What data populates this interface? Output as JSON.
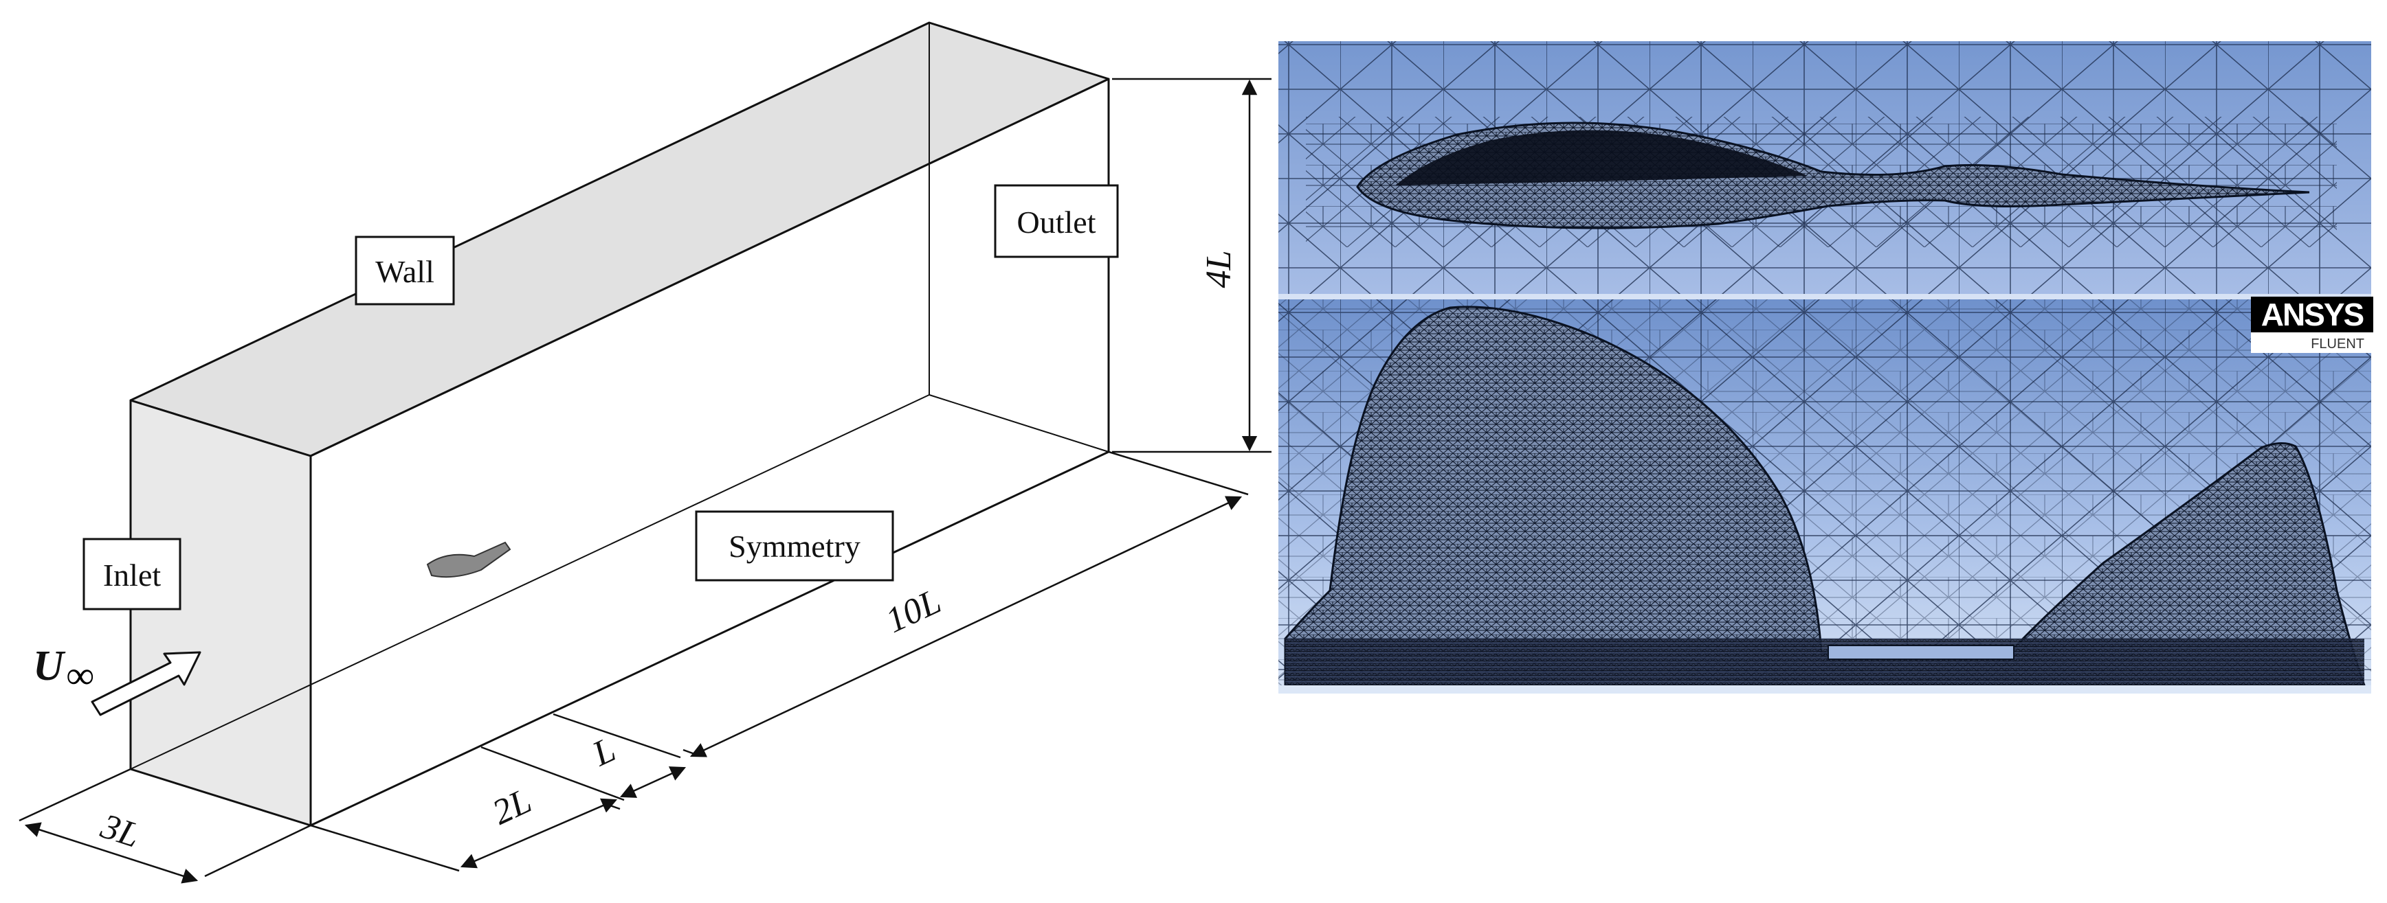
{
  "domain": {
    "boundaries": {
      "wall": "Wall",
      "outlet": "Outlet",
      "inlet": "Inlet",
      "symmetry": "Symmetry"
    },
    "dimensions": {
      "height": "4L",
      "length": "10L",
      "width": "3L",
      "upstream": "2L",
      "chord": "L"
    },
    "freestream": {
      "symbol": "U",
      "subscript": "∞"
    }
  },
  "mesh": {
    "logo_main": "ANSYS",
    "logo_sub": "FLUENT"
  },
  "colors": {
    "sky_top": "#7fa0d6",
    "sky_bottom": "#c3d4ef",
    "mesh_line": "#0d1a33",
    "logo_bg": "#000000",
    "logo_accent": "#f2c200"
  }
}
